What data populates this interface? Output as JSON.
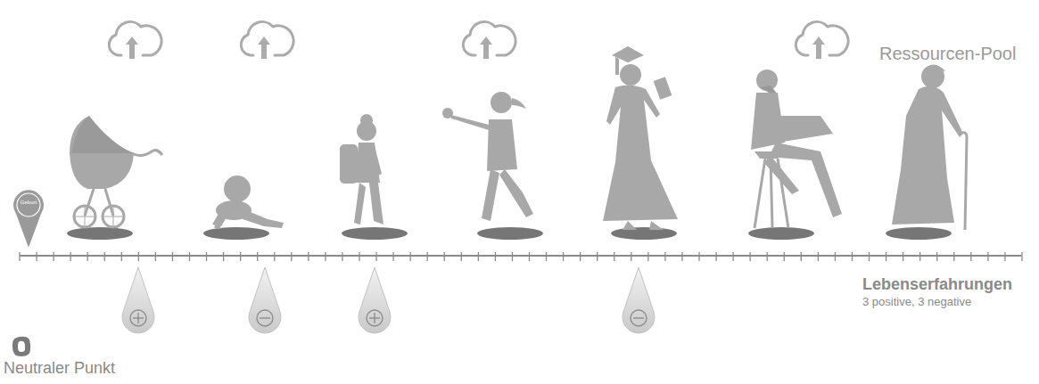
{
  "diagram": {
    "nodes": [
      {
        "text": [
          "Geburt"
        ]
      }
    ],
    "labels": [
      "Ressourcen-Pool",
      "Lebenserfahrungen",
      "3 positive, 3 negative",
      "Neutraler Punkt"
    ]
  }
}
